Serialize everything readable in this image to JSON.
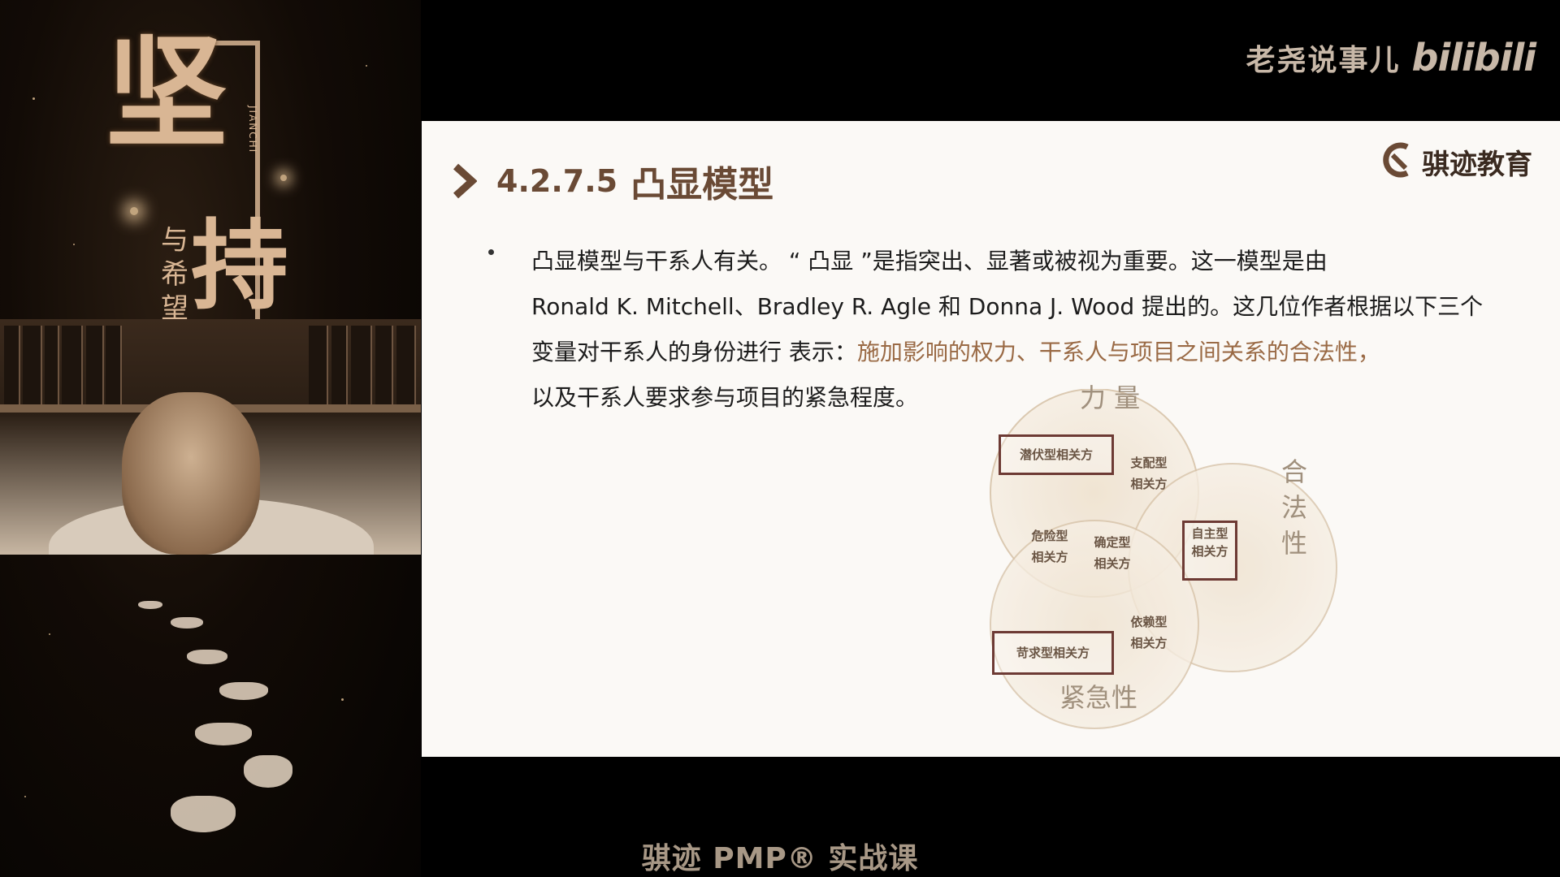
{
  "poster": {
    "title_main": "坚",
    "title_second": "持",
    "subtitle": "与希望",
    "pinyin": "JIANCHI"
  },
  "channel": {
    "name": "老尧说事儿",
    "platform_logo": "bilibili"
  },
  "slide": {
    "section_number": "4.2.7.5",
    "section_title": "凸显模型",
    "brand": "骐迹教育",
    "brand_icon": "qiji-logo-icon",
    "bullet": {
      "line1": "凸显模型与干系人有关。 “ 凸显 ”是指突出、显著或被视为重要。这一模型是由",
      "line2": "Ronald K. Mitchell、Bradley R. Agle 和 Donna J. Wood 提出的。这几位作者根据以下三个",
      "line3_prefix": "变量对干系人的身份进行 表示：",
      "line3_highlight": "施加影响的权力、干系人与项目之间关系的合法性，",
      "line4": "以及干系人要求参与项目的紧急程度。"
    },
    "venn": {
      "axis_power": "力 量",
      "axis_legitimacy": "合法性",
      "axis_urgency": "紧急性",
      "dormant": "潜伏型相关方",
      "dominant_1": "支配型",
      "dominant_2": "相关方",
      "dangerous_1": "危险型",
      "dangerous_2": "相关方",
      "definitive_1": "确定型",
      "definitive_2": "相关方",
      "discretionary_1": "自主型",
      "discretionary_2": "相关方",
      "dependent_1": "依赖型",
      "dependent_2": "相关方",
      "demanding": "苛求型相关方"
    }
  },
  "caption": "骐迹 PMP® 实战课",
  "colors": {
    "title_brown": "#6a4a35",
    "highlight": "#9a6a45",
    "box_border": "#6d3a34",
    "slide_bg": "#fbf9f6"
  }
}
